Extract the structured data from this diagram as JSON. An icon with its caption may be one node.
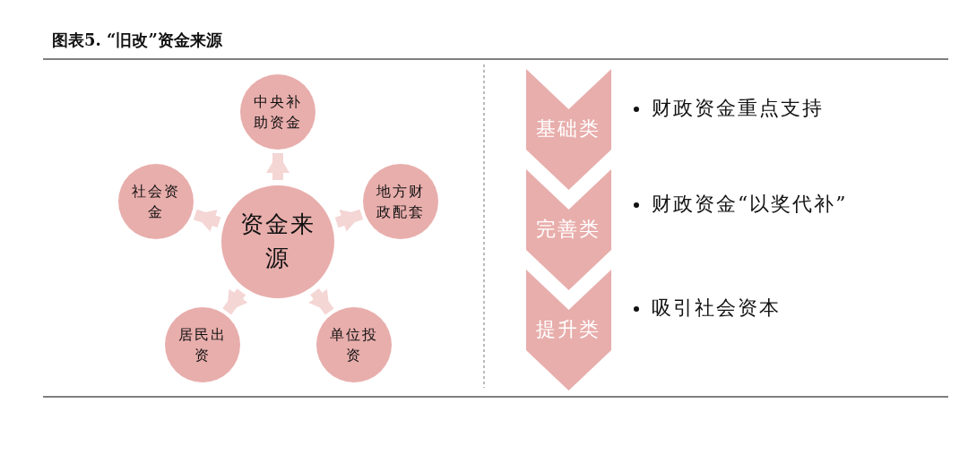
{
  "diagram": {
    "title": "图表5. “旧改”资金来源",
    "nodes": [
      {
        "text": [
          "资金来源"
        ]
      },
      {
        "text": [
          "中央补助资金"
        ]
      },
      {
        "text": [
          "地方财政配套"
        ]
      },
      {
        "text": [
          "单位投资"
        ]
      },
      {
        "text": [
          "居民出资"
        ]
      },
      {
        "text": [
          "社会资金"
        ]
      },
      {
        "text": [
          "基础类"
        ],
        "beside": [
          "财政资金重点支持"
        ]
      },
      {
        "text": [
          "完善类"
        ],
        "beside": [
          "财政资金“以奖代补”"
        ]
      },
      {
        "text": [
          "提升类"
        ],
        "beside": [
          "吸引社会资本"
        ]
      }
    ],
    "edges": [
      {
        "from": 0,
        "to": 1,
        "arrow": "to"
      },
      {
        "from": 0,
        "to": 2,
        "arrow": "to"
      },
      {
        "from": 0,
        "to": 3,
        "arrow": "to"
      },
      {
        "from": 0,
        "to": 4,
        "arrow": "to"
      },
      {
        "from": 0,
        "to": 5,
        "arrow": "to"
      }
    ]
  }
}
